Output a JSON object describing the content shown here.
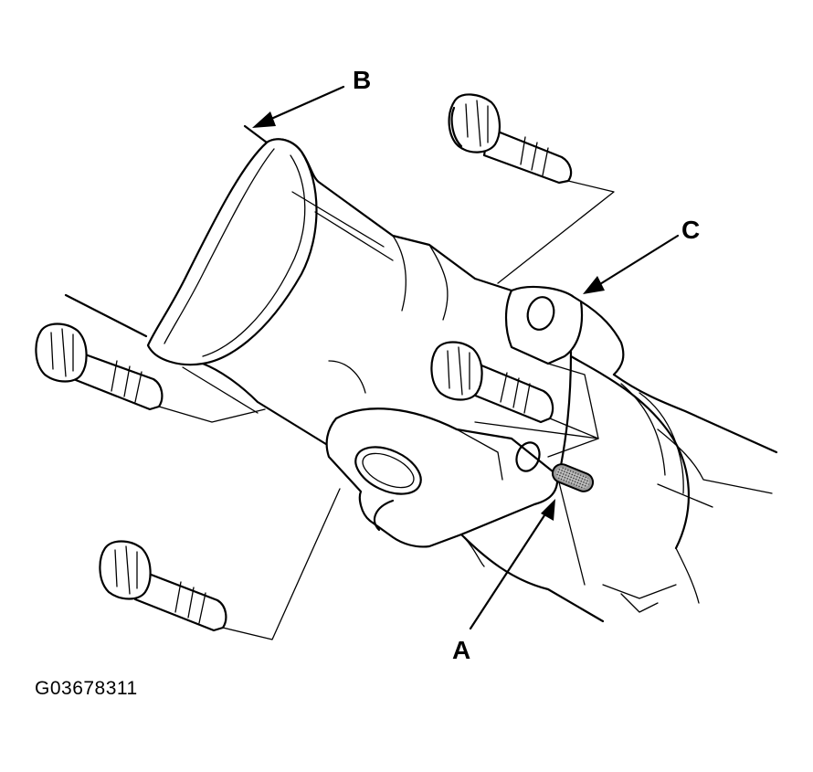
{
  "figure": {
    "code": "G03678311",
    "callouts": {
      "a": "A",
      "b": "B",
      "c": "C"
    }
  }
}
